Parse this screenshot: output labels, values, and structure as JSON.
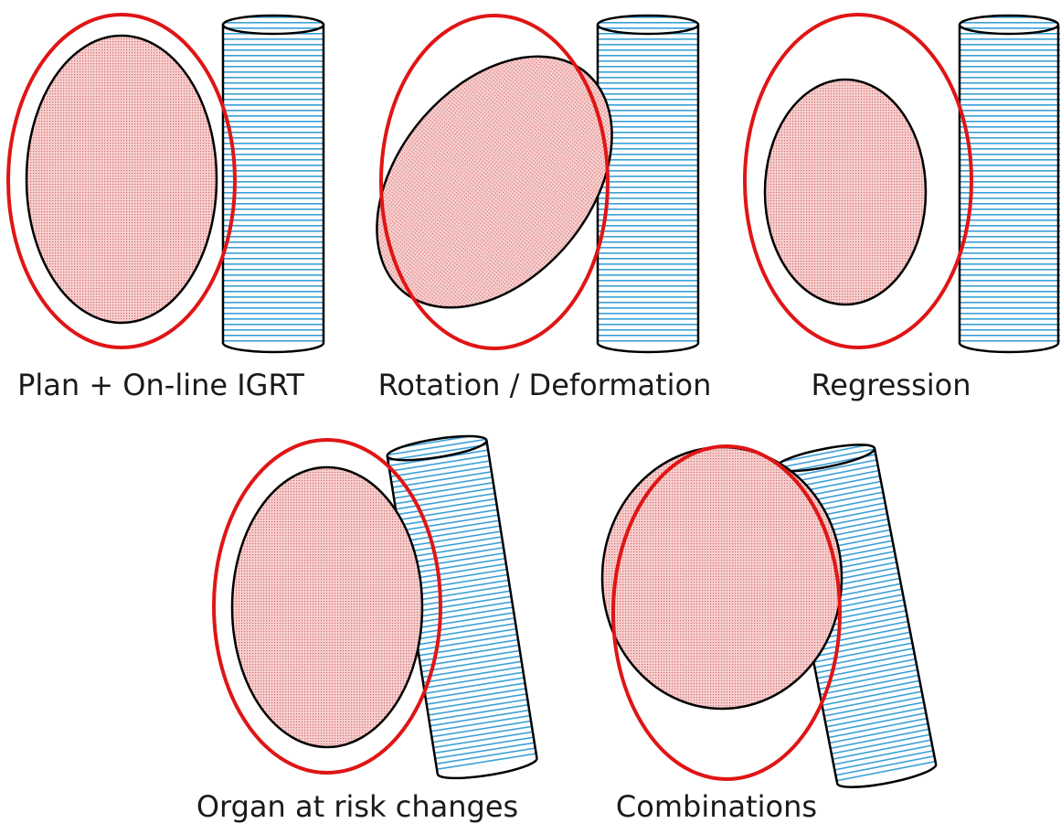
{
  "panels": [
    {
      "id": "plan",
      "label": "Plan + On-line IGRT"
    },
    {
      "id": "rotation",
      "label": "Rotation / Deformation"
    },
    {
      "id": "regression",
      "label": "Regression"
    },
    {
      "id": "oar",
      "label": "Organ at risk changes"
    },
    {
      "id": "combinations",
      "label": "Combinations"
    }
  ],
  "colors": {
    "target_fill": "#f4c6c6",
    "target_dots": "#e07a7a",
    "margin_outline": "#e01515",
    "organ_stripes": "#3a9fd6",
    "organ_fill": "#ffffff",
    "outline": "#000000"
  }
}
